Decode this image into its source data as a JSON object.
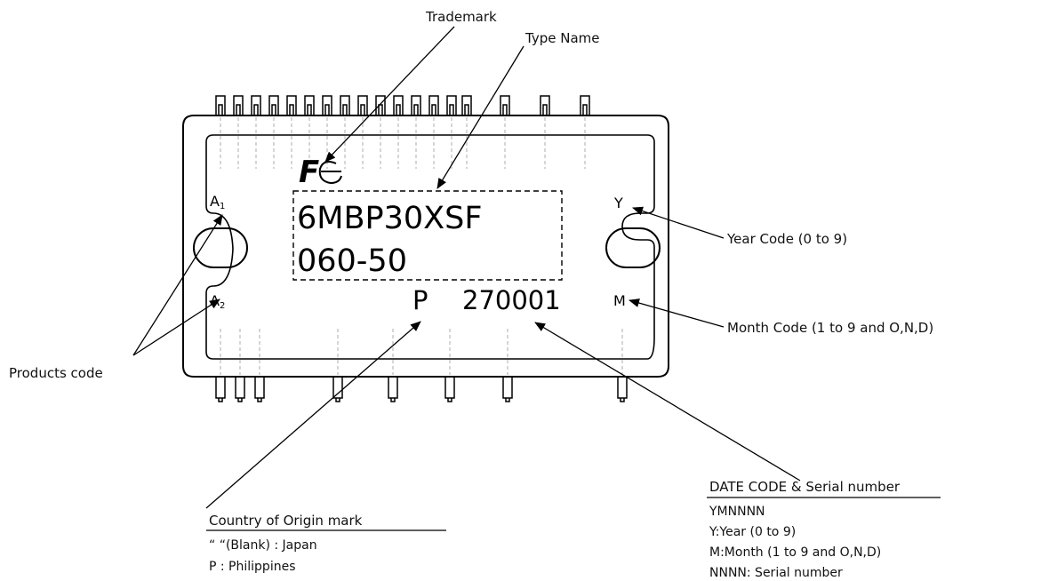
{
  "labels": {
    "trademark": "Trademark",
    "type_name": "Type Name",
    "year_code": "Year Code (0 to 9)",
    "month_code": "Month Code (1 to 9 and O,N,D)",
    "products_code": "Products code"
  },
  "package": {
    "logo_text": "F",
    "type_line1": "6MBP30XSF",
    "type_line2": "060-50",
    "origin_letter": "P",
    "date_serial": "270001",
    "year_letter": "Y",
    "month_letter": "M",
    "product_a1_main": "A",
    "product_a1_sub": "1",
    "product_a2_main": "A",
    "product_a2_sub": "2"
  },
  "country_legend": {
    "title": "Country of Origin mark",
    "lines": [
      "“ “(Blank) : Japan",
      "P : Philippines"
    ]
  },
  "date_legend": {
    "title": "DATE CODE & Serial number",
    "lines": [
      "YMNNNN",
      "Y:Year (0 to 9)",
      "M:Month (1 to 9 and O,N,D)",
      "NNNN: Serial number"
    ]
  },
  "colors": {
    "line": "#000000",
    "dash": "#888888"
  }
}
